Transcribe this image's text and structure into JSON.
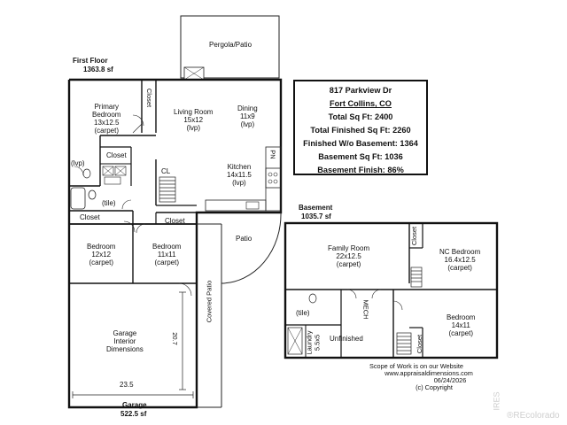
{
  "floors": {
    "first": {
      "title": "First Floor",
      "area": "1363.8 sf"
    },
    "basement": {
      "title": "Basement",
      "area": "1035.7 sf"
    },
    "garage": {
      "title": "Garage",
      "area": "522.5 sf"
    }
  },
  "rooms": {
    "pergola": "Pergola/Patio",
    "primary_bedroom": [
      "Primary",
      "Bedroom",
      "13x12.5",
      "(carpet)"
    ],
    "closet_primary": "Closet",
    "living_room": [
      "Living Room",
      "15x12",
      "(lvp)"
    ],
    "dining": [
      "Dining",
      "11x9",
      "(lvp)"
    ],
    "kitchen": [
      "Kitchen",
      "14x11.5",
      "(lvp)"
    ],
    "pn": "PN",
    "cl": "CL",
    "closet_bath": "Closet",
    "lvp_bath": "(lvp)",
    "tile_bath": "(tile)",
    "closet_left": "Closet",
    "closet_right": "Closet",
    "bedroom_left": [
      "Bedroom",
      "12x12",
      "(carpet)"
    ],
    "bedroom_right": [
      "Bedroom",
      "11x11",
      "(carpet)"
    ],
    "patio": "Patio",
    "covered_patio": "Covered Patio",
    "garage_interior": [
      "Garage",
      "Interior",
      "Dimensions"
    ],
    "garage_width": "23.5",
    "garage_depth": "20.7",
    "family_room": [
      "Family Room",
      "22x12.5",
      "(carpet)"
    ],
    "closet_bsmt_1": "Closet",
    "nc_bedroom": [
      "NC Bedroom",
      "16.4x12.5",
      "(carpet)"
    ],
    "mech": "MECH",
    "tile_bsmt": "(tile)",
    "laundry": [
      "Laundry",
      "5.5x5"
    ],
    "unfinished": "Unfinished",
    "bedroom_bsmt": [
      "Bedroom",
      "14x11",
      "(carpet)"
    ],
    "closet_bsmt_2": "Closet"
  },
  "info": {
    "address": "817 Parkview Dr",
    "city": "Fort Collins, CO",
    "lines": [
      "Total Sq Ft: 2400",
      "Total Finished Sq Ft: 2260",
      "Finished W/o Basement: 1364",
      "Basement Sq Ft: 1036",
      "Basement Finish: 86%"
    ]
  },
  "footer": [
    "Scope of Work is on our Website",
    "www.appraisaldimensions.com",
    "06/24/2026",
    "(c) Copyright"
  ],
  "watermark": {
    "ires": "IRES",
    "recolorado": "®REcolorado"
  }
}
